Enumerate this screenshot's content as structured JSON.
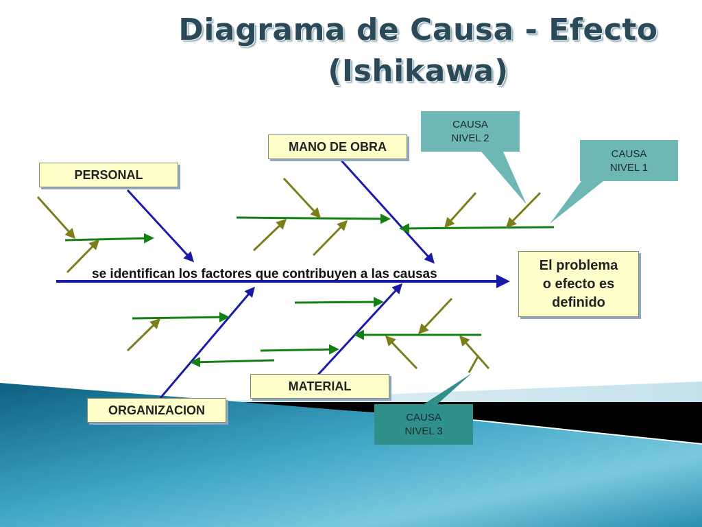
{
  "title": {
    "line1": "Diagrama de Causa - Efecto",
    "line2": "(Ishikawa)"
  },
  "spine": {
    "text": "se identifican los factores que contribuyen a las causas"
  },
  "effect": {
    "line1": "El problema",
    "line2": "o efecto es",
    "line3": "definido"
  },
  "causes": {
    "personal": "PERSONAL",
    "mano_de_obra": "MANO DE OBRA",
    "organizacion": "ORGANIZACION",
    "material": "MATERIAL"
  },
  "callouts": {
    "nivel2": {
      "line1": "CAUSA",
      "line2": "NIVEL 2"
    },
    "nivel1": {
      "line1": "CAUSA",
      "line2": "NIVEL 1"
    },
    "nivel3": {
      "line1": "CAUSA",
      "line2": "NIVEL 3"
    }
  },
  "colors": {
    "spine": "#1a1aa8",
    "bone": "#1a1aa8",
    "level2_arrow": "#138013",
    "level3_arrow": "#7d7d1a",
    "callout": "#6fb7b4",
    "callout_dark": "#2f8f8a",
    "label_fill": "#ffffcc",
    "band": "#1f7fa0"
  }
}
